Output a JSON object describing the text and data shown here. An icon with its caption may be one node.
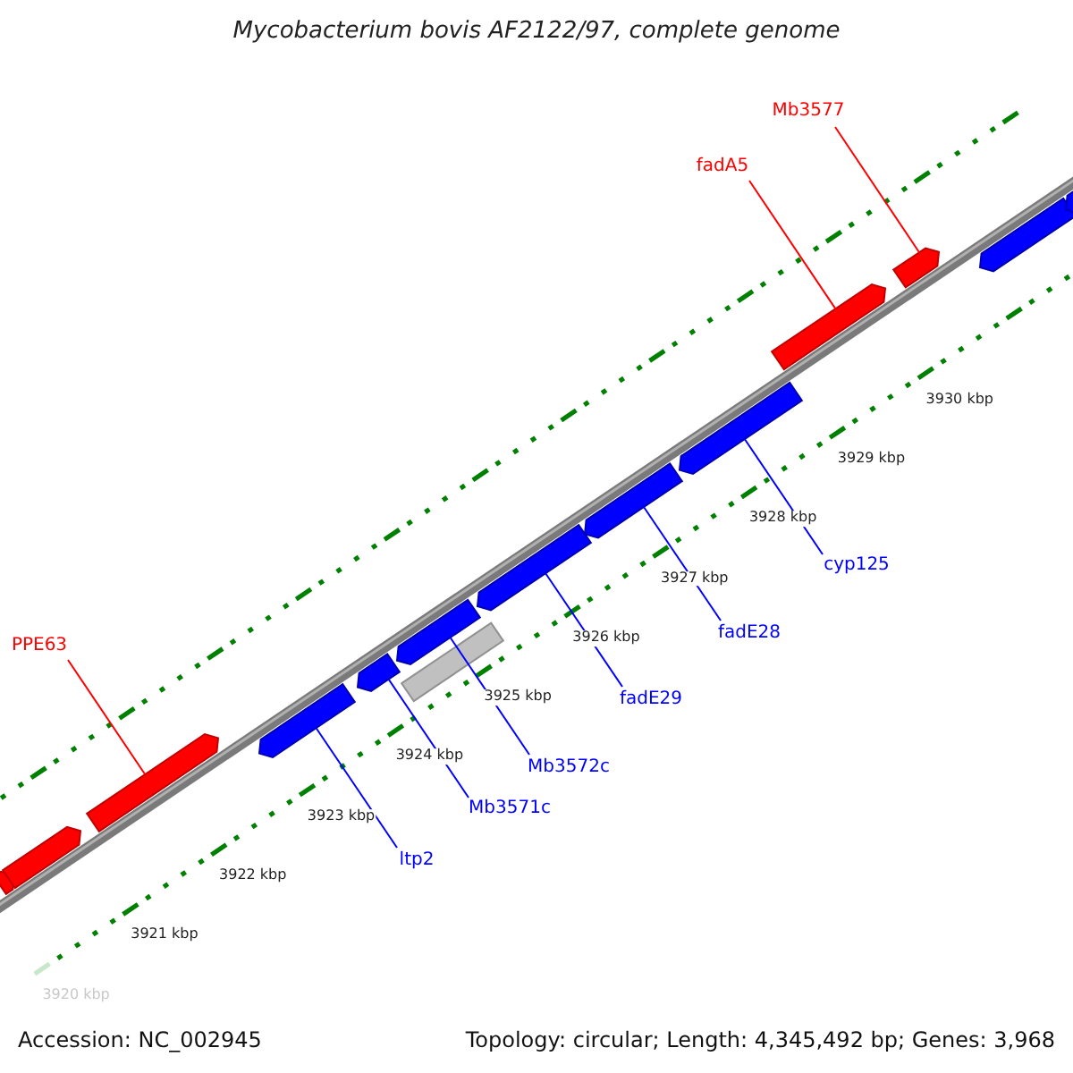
{
  "diagram": {
    "title": "Mycobacterium bovis AF2122/97, complete genome",
    "nodes": [
      {
        "text": [
          "Mb3577"
        ]
      },
      {
        "text": [
          "fadA5"
        ]
      },
      {
        "text": [
          "PPE63"
        ]
      },
      {
        "text": [
          "cyp125"
        ]
      },
      {
        "text": [
          "fadE28"
        ]
      },
      {
        "text": [
          "fadE29"
        ]
      },
      {
        "text": [
          "Mb3572c"
        ]
      },
      {
        "text": [
          "Mb3571c"
        ]
      },
      {
        "text": [
          "ltp2"
        ]
      },
      {
        "text": [],
        "shape": "bar"
      },
      {
        "text": [],
        "shape": "bar"
      },
      {
        "text": [],
        "shape": "bar"
      },
      {
        "text": [],
        "shape": "bar"
      },
      {
        "text": [],
        "shape": "bar"
      },
      {
        "text": [],
        "shape": "bar"
      },
      {
        "text": [],
        "shape": "bar"
      },
      {
        "text": [],
        "shape": "bar"
      },
      {
        "text": [],
        "shape": "bar"
      },
      {
        "text": [],
        "shape": "bar"
      },
      {
        "text": [],
        "shape": "bar"
      },
      {
        "text": [],
        "shape": "bar"
      },
      {
        "text": [],
        "shape": "bar"
      },
      {
        "text": [],
        "shape": "bar"
      }
    ],
    "edges": [
      {
        "from": 0,
        "to": 20,
        "arrow": "none",
        "color": "#ff0000"
      },
      {
        "from": 1,
        "to": 19,
        "arrow": "none",
        "color": "#ff0000"
      },
      {
        "from": 2,
        "to": 11,
        "arrow": "none",
        "color": "#ff0000"
      },
      {
        "from": 3,
        "to": 18,
        "arrow": "none"
      },
      {
        "from": 4,
        "to": 17,
        "arrow": "none"
      },
      {
        "from": 5,
        "to": 16,
        "arrow": "none"
      },
      {
        "from": 6,
        "to": 14,
        "arrow": "none"
      },
      {
        "from": 7,
        "to": 13,
        "arrow": "none"
      },
      {
        "from": 8,
        "to": 12,
        "arrow": "none"
      }
    ],
    "labels": [
      "3930 kbp",
      "3929 kbp",
      "3928 kbp",
      "3927 kbp",
      "3926 kbp",
      "3925 kbp",
      "3924 kbp",
      "3923 kbp",
      "3922 kbp",
      "3921 kbp",
      "3920 kbp",
      "Accession: NC_002945",
      "Topology: circular; Length: 4,345,492 bp; Genes: 3,968"
    ]
  }
}
